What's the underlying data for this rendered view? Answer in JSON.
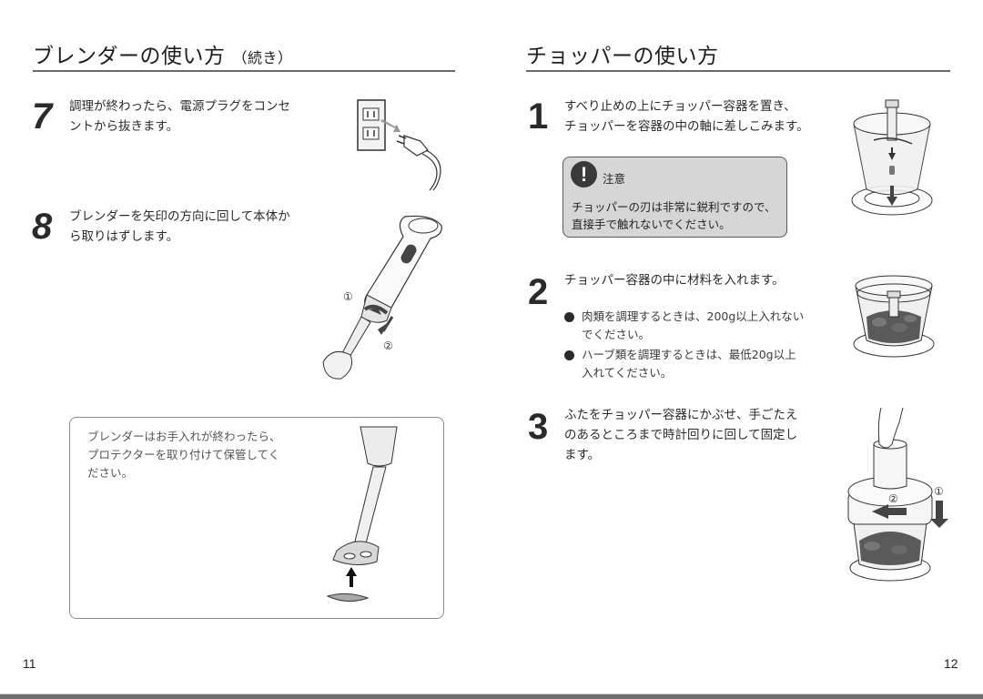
{
  "left_page": {
    "section_title": "ブレンダーの使い方",
    "section_subtitle": "（続き）",
    "steps": [
      {
        "number": "7",
        "text_lines": [
          "調理が終わったら、電源プラグをコンセ",
          "ントから抜きます。"
        ],
        "illustration": "unplug-from-outlet"
      },
      {
        "number": "8",
        "text_lines": [
          "ブレンダーを矢印の方向に回して本体か",
          "ら取りはずします。"
        ],
        "illustration": "detach-blender-shaft",
        "callouts": [
          "①",
          "②"
        ]
      }
    ],
    "note": {
      "text_lines": [
        "ブレンダーはお手入れが終わったら、",
        "プロテクターを取り付けて保管してく",
        "ださい。"
      ],
      "illustration": "attach-protector"
    },
    "page_number": "11"
  },
  "right_page": {
    "section_title": "チョッパーの使い方",
    "steps": [
      {
        "number": "1",
        "text_lines": [
          "すべり止めの上にチョッパー容器を置き、",
          "チョッパーを容器の中の軸に差しこみます。"
        ],
        "illustration": "insert-chopper-blade"
      },
      {
        "number": "2",
        "text_lines": [
          "チョッパー容器の中に材料を入れます。"
        ],
        "illustration": "fill-chopper-bowl",
        "bullets": [
          {
            "lines": [
              "肉類を調理するときは、200g以上入れない",
              "でください。"
            ]
          },
          {
            "lines": [
              "ハーブ類を調理するときは、最低20g以上",
              "入れてください。"
            ]
          }
        ]
      },
      {
        "number": "3",
        "text_lines": [
          "ふたをチョッパー容器にかぶせ、手ごたえ",
          "のあるところまで時計回りに回して固定し",
          "ます。"
        ],
        "illustration": "attach-lid-clockwise",
        "callouts": [
          "①",
          "②"
        ]
      }
    ],
    "caution": {
      "icon": "exclamation-icon",
      "label": "注意",
      "text_lines": [
        "チョッパーの刃は非常に鋭利ですので、",
        "直接手で触れないでください。"
      ]
    },
    "page_number": "12"
  },
  "colors": {
    "rule": "#6a6a6a",
    "caution_bg": "#d6d6d6",
    "text": "#2a2a2a",
    "bottom_bar": "#6e6e6e"
  }
}
